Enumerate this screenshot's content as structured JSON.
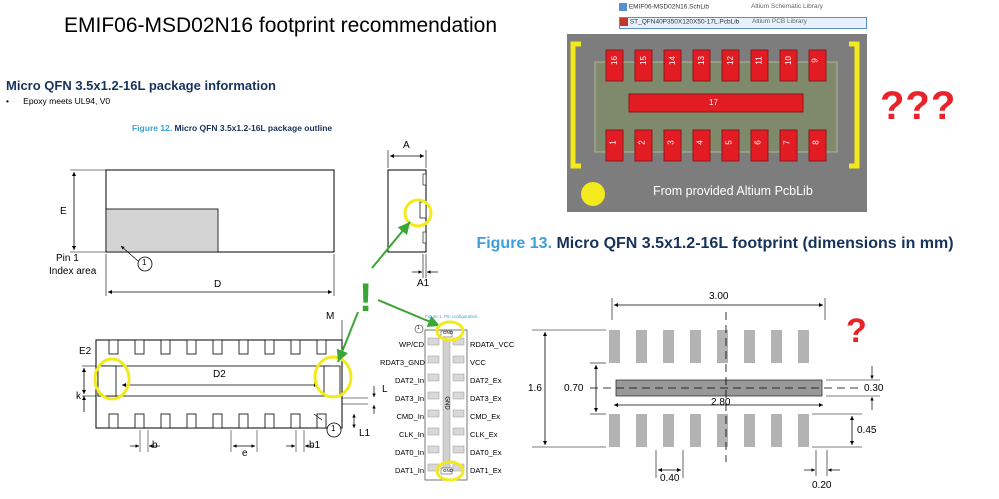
{
  "title": "EMIF06-MSD02N16 footprint recommendation",
  "package_info": {
    "heading": "Micro QFN 3.5x1.2-16L package information",
    "bullet_marker": "•",
    "bullet": "Epoxy meets UL94, V0"
  },
  "figure12": {
    "number": "Figure 12.",
    "caption": "Micro QFN 3.5x1.2-16L package outline"
  },
  "figure13": {
    "number": "Figure 13.",
    "caption": "Micro QFN 3.5x1.2-16L footprint (dimensions in mm)"
  },
  "outline_labels": {
    "E": "E",
    "D": "D",
    "A": "A",
    "A1": "A1",
    "pin1": "Pin 1",
    "index_area": "Index area",
    "callout": "1",
    "E2": "E2",
    "D2": "D2",
    "k": "k",
    "b": "b",
    "e": "e",
    "b1": "b1",
    "M": "M",
    "L": "L",
    "L1": "L1"
  },
  "pin_config": {
    "caption": "Figure 1. Pin configuration",
    "left_pins": [
      "WP/CD",
      "RDAT3_GND",
      "DAT2_In",
      "DAT3_In",
      "CMD_In",
      "CLK_In",
      "DAT0_In",
      "DAT1_In"
    ],
    "right_pins": [
      "RDATA_VCC",
      "VCC",
      "DAT2_Ex",
      "DAT3_Ex",
      "CMD_Ex",
      "CLK_Ex",
      "DAT0_Ex",
      "DAT1_Ex"
    ],
    "gnd_top": "GND",
    "gnd_center": "GND",
    "gnd_bottom": "GND",
    "callout": "1"
  },
  "altium": {
    "files": [
      "EMIF06-MSD02N16.SchLib",
      "ST_QFN40P350X120X50-17L.PcbLib"
    ],
    "types": [
      "Altium Schematic Library",
      "Altium PCB Library"
    ],
    "top_pads": [
      "16",
      "15",
      "14",
      "13",
      "12",
      "11",
      "10",
      "9"
    ],
    "bottom_pads": [
      "1",
      "2",
      "3",
      "4",
      "5",
      "6",
      "7",
      "8"
    ],
    "center_pad": "17",
    "caption": "From provided Altium PcbLib"
  },
  "footprint_dims": {
    "width": "3.00",
    "height": "1.6",
    "pitch_span": "2.80",
    "center_pad_h": "0.70",
    "center_pad_gap": "0.30",
    "pad_len": "0.45",
    "pitch": "0.40",
    "pad_w": "0.20"
  },
  "annotations": {
    "question_triple": "???",
    "question_single": "?",
    "exclamation": "!"
  },
  "colors": {
    "caption_blue": "#3da0d8",
    "heading_navy": "#16335c",
    "pad_red": "#e31b23",
    "highlight_yellow": "#f2ea1c",
    "arrow_green": "#3aa635",
    "alert_red": "#e8232a",
    "pcb_gray": "#7d7d7d"
  }
}
